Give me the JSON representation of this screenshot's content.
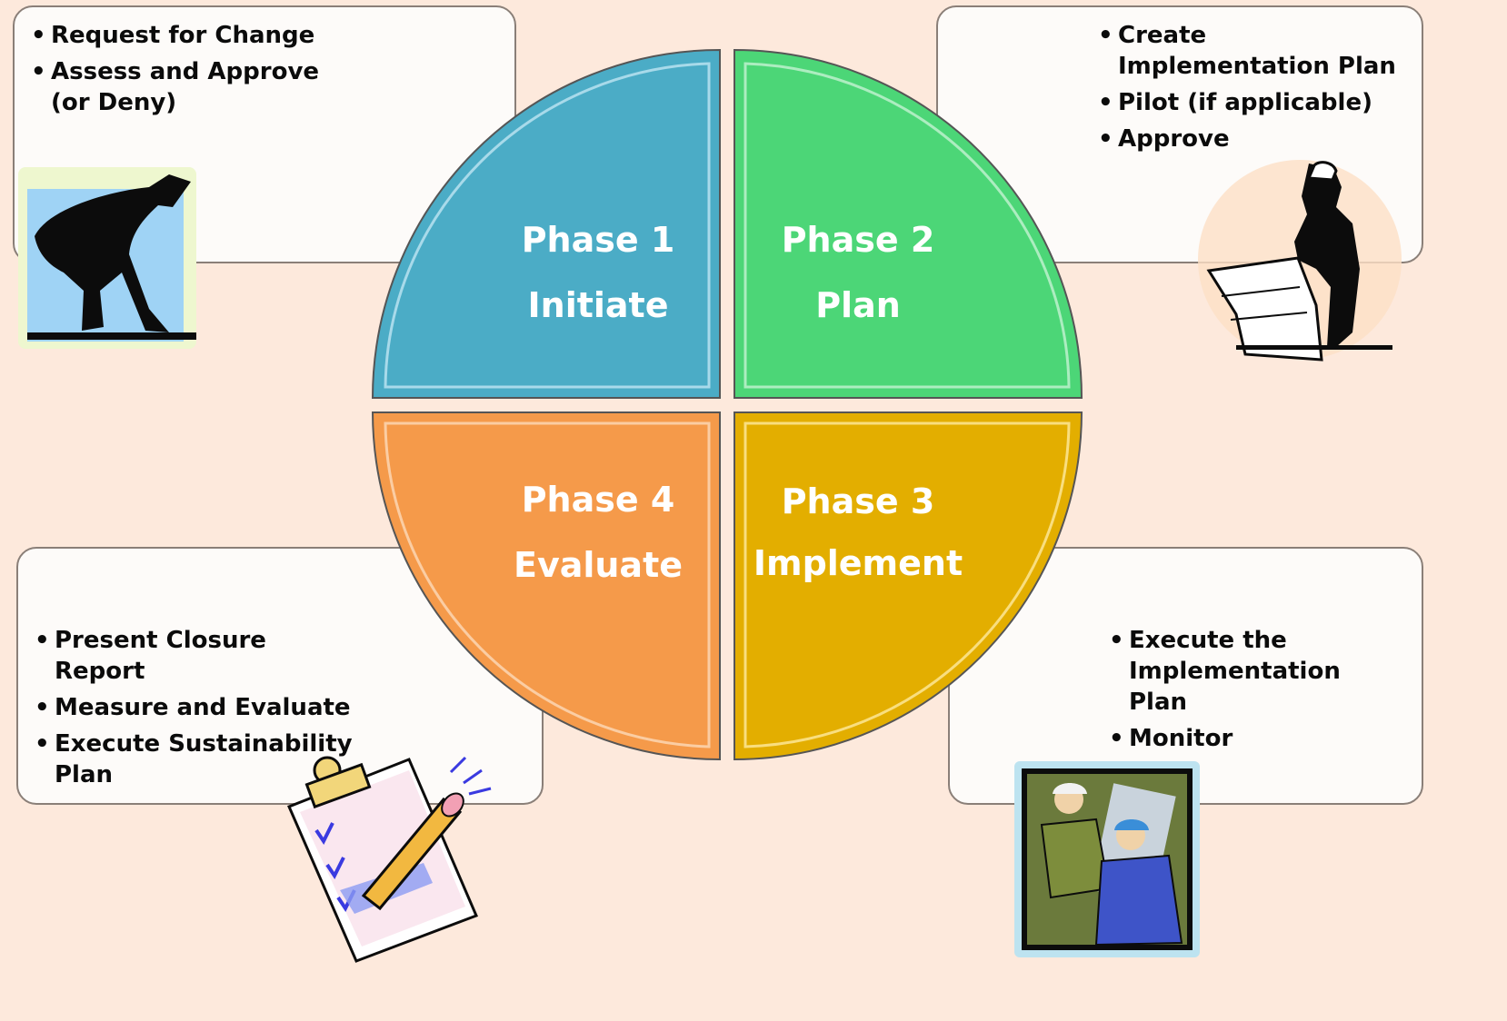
{
  "phases": [
    {
      "num": "Phase 1",
      "name": "Initiate",
      "color": "#4bacc6"
    },
    {
      "num": "Phase 2",
      "name": "Plan",
      "color": "#4cd677"
    },
    {
      "num": "Phase 3",
      "name": "Implement",
      "color": "#e3ae00"
    },
    {
      "num": "Phase 4",
      "name": "Evaluate",
      "color": "#f59a4a"
    }
  ],
  "boxes": {
    "top_left": [
      "Request for Change",
      "Assess and Approve (or Deny)"
    ],
    "top_right": [
      "Create Implementation Plan",
      "Pilot (if applicable)",
      "Approve"
    ],
    "bottom_left": [
      "Present Closure Report",
      "Measure and Evaluate",
      "Execute Sustainability Plan"
    ],
    "bottom_right": [
      "Execute the Implementation Plan",
      "Monitor"
    ]
  },
  "icons": [
    "worker-bending-icon",
    "engineer-with-blueprint-icon",
    "checklist-pencil-icon",
    "construction-workers-icon"
  ]
}
